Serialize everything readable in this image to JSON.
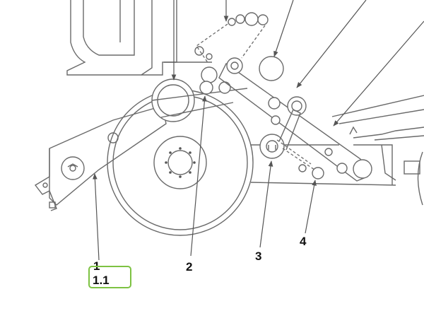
{
  "diagram": {
    "callouts": {
      "c1": "1",
      "c1_1": "1.1",
      "c2": "2",
      "c3": "3",
      "c4": "4"
    },
    "highlight_color": "#7dc242",
    "line_color": "#6a6a6a"
  }
}
